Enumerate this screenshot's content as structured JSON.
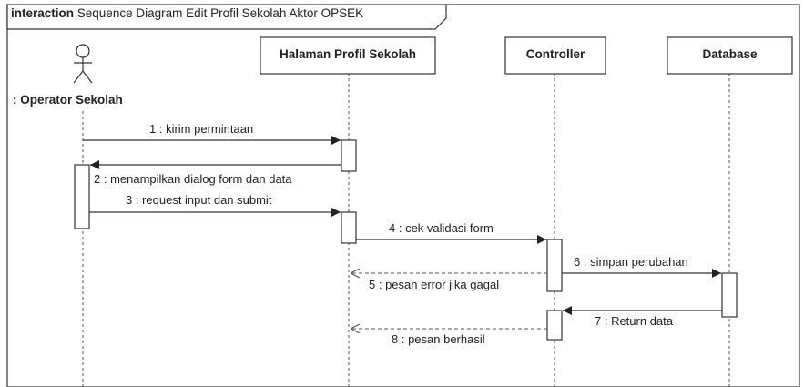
{
  "frame": {
    "keyword": "interaction",
    "title": "Sequence Diagram Edit Profil Sekolah Aktor OPSEK"
  },
  "lifelines": {
    "actor": ": Operator Sekolah",
    "page": "Halaman Profil Sekolah",
    "controller": "Controller",
    "database": "Database"
  },
  "messages": [
    {
      "label": "1 : kirim permintaan",
      "kind": "sync"
    },
    {
      "label": "2 : menampilkan dialog form dan data",
      "kind": "sync"
    },
    {
      "label": "3 : request input dan submit",
      "kind": "sync"
    },
    {
      "label": "4 : cek validasi form",
      "kind": "sync"
    },
    {
      "label": "5 : pesan error jika gagal",
      "kind": "return"
    },
    {
      "label": "6 : simpan perubahan",
      "kind": "sync"
    },
    {
      "label": "7 : Return data",
      "kind": "sync"
    },
    {
      "label": "8 : pesan berhasil",
      "kind": "return"
    }
  ],
  "colors": {
    "line": "#333333",
    "box_fill": "#ffffff",
    "box_stroke": "#333333",
    "return_line": "#666666"
  }
}
